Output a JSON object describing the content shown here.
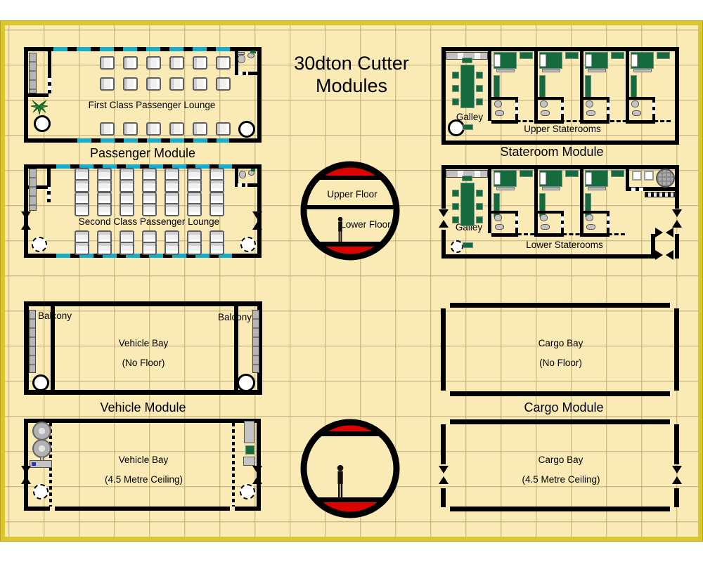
{
  "title": "30dton Cutter\nModules",
  "palette": {
    "paper": "#ffffff",
    "frame_yellow": "#d9c72b",
    "deck_cream": "#faeab5",
    "wall_black": "#000000",
    "window_cyan": "#14adcc",
    "furniture_green": "#156b3d",
    "hull_red": "#dd0400",
    "furniture_gray": "#c4c4c4"
  },
  "passenger_module": {
    "label": "Passenger Module",
    "first_class_lounge": "First Class Passenger Lounge",
    "second_class_lounge": "Second Class Passenger Lounge"
  },
  "stateroom_module": {
    "label": "Stateroom Module",
    "galley": "Galley",
    "upper_staterooms": "Upper Staterooms",
    "lower_staterooms": "Lower Staterooms"
  },
  "vehicle_module": {
    "label": "Vehicle Module",
    "balcony": "Balcony",
    "bay_no_floor": [
      "Vehicle Bay",
      "(No Floor)"
    ],
    "bay_ceiling": [
      "Vehicle Bay",
      "(4.5 Metre Ceiling)"
    ]
  },
  "cargo_module": {
    "label": "Cargo Module",
    "bay_no_floor": [
      "Cargo Bay",
      "(No Floor)"
    ],
    "bay_ceiling": [
      "Cargo Bay",
      "(4.5 Metre Ceiling)"
    ]
  },
  "cross_section": {
    "upper_floor": "Upper Floor",
    "lower_floor": "Lower Floor"
  },
  "furniture": {
    "first_class_seat_grid": {
      "rows": 3,
      "cols": 6
    },
    "second_class_seat_grid": {
      "rows": 6,
      "cols": 7
    },
    "upper_staterooms_count": 4,
    "lower_staterooms_count": 3
  }
}
